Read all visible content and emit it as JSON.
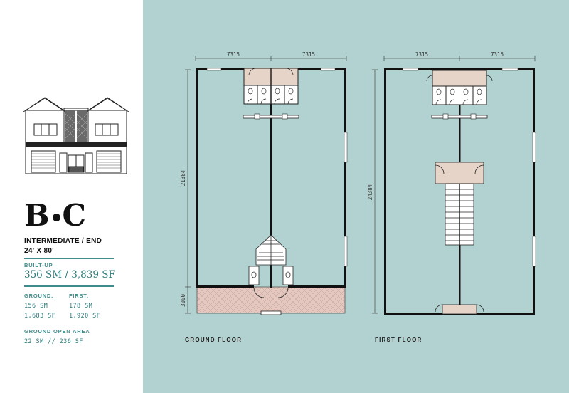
{
  "unit": {
    "code_left": "B",
    "code_right": "C",
    "type": "INTERMEDIATE / END",
    "dimensions": "24' X 80'",
    "builtup_label": "BUILT-UP",
    "builtup_value": "356 SM / 3,839 SF",
    "ground_label": "GROUND.",
    "ground_sm": "156 SM",
    "ground_sf": "1,683 SF",
    "first_label": "FIRST.",
    "first_sm": "178 SM",
    "first_sf": "1,920 SF",
    "open_area_label": "GROUND OPEN AREA",
    "open_area_value": "22 SM // 236 SF"
  },
  "plans": {
    "ground": {
      "label": "GROUND FLOOR",
      "width_left": "7315",
      "width_right": "7315",
      "depth": "21384",
      "open_depth": "3000"
    },
    "first": {
      "label": "FIRST FLOOR",
      "width_left": "7315",
      "width_right": "7315",
      "depth": "24384"
    }
  },
  "colors": {
    "plan_background": "#b1d2d0",
    "accent_teal": "#3e8c8b",
    "paving": "#e6c8c0"
  }
}
